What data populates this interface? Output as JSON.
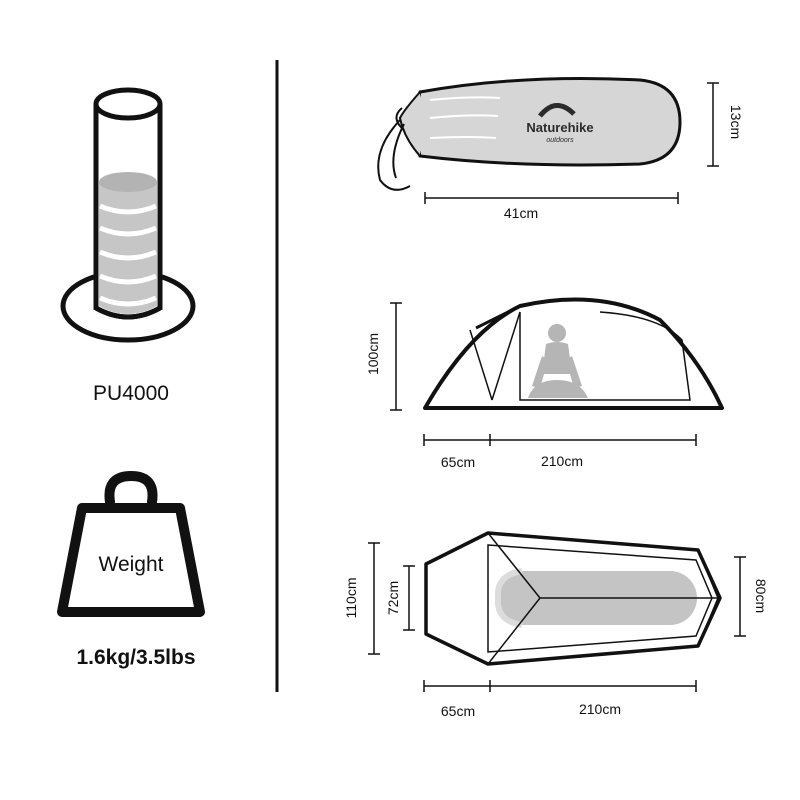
{
  "left_panel": {
    "coating_label": "PU4000",
    "weight_icon_text": "Weight",
    "weight_value": "1.6kg/3.5lbs"
  },
  "pack_bag": {
    "brand": "Naturehike",
    "brand_sub": "outdoors",
    "length": "41cm",
    "diameter": "13cm"
  },
  "side_view": {
    "height": "100cm",
    "vestibule_length": "65cm",
    "inner_length": "210cm"
  },
  "top_view": {
    "outer_width": "110cm",
    "inner_width_head": "72cm",
    "inner_width_foot": "80cm",
    "vestibule_length": "65cm",
    "inner_length": "210cm"
  }
}
